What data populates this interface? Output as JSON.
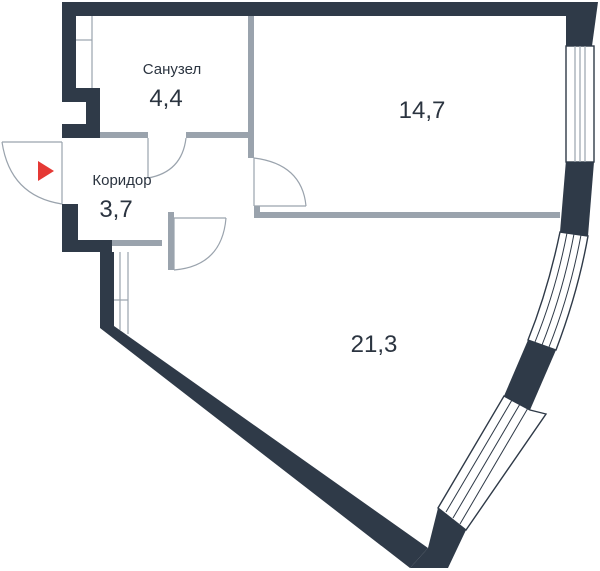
{
  "colors": {
    "wall": "#2f3a48",
    "partition": "#9aa3ad",
    "text": "#2b3440",
    "entrance_marker": "#e53935"
  },
  "icons": {
    "entrance": "entrance-arrow-icon"
  },
  "rooms": {
    "bathroom": {
      "name": "Санузел",
      "area": "4,4"
    },
    "corridor": {
      "name": "Коридор",
      "area": "3,7"
    },
    "room_top": {
      "area": "14,7"
    },
    "room_main": {
      "area": "21,3"
    }
  }
}
